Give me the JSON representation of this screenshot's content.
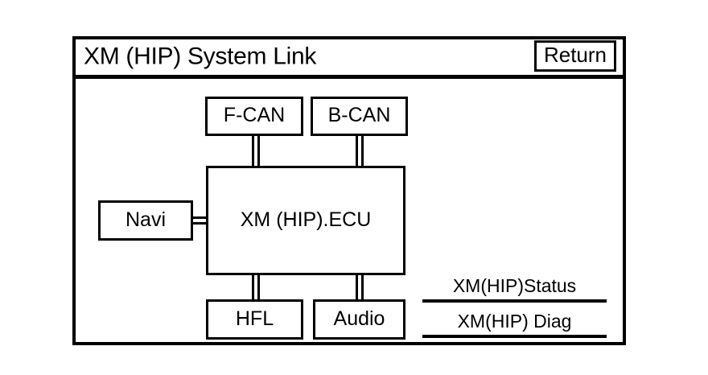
{
  "window": {
    "title": "XM (HIP) System Link",
    "return_label": "Return"
  },
  "diagram": {
    "nodes": [
      {
        "id": "f-can",
        "label": "F-CAN"
      },
      {
        "id": "b-can",
        "label": "B-CAN"
      },
      {
        "id": "ecu",
        "label": "XM (HIP).ECU"
      },
      {
        "id": "navi",
        "label": "Navi"
      },
      {
        "id": "hfl",
        "label": "HFL"
      },
      {
        "id": "audio",
        "label": "Audio"
      }
    ],
    "connections": [
      {
        "from": "f-can",
        "to": "ecu",
        "style": "double-line",
        "orientation": "vertical"
      },
      {
        "from": "b-can",
        "to": "ecu",
        "style": "double-line",
        "orientation": "vertical"
      },
      {
        "from": "ecu",
        "to": "hfl",
        "style": "double-line",
        "orientation": "vertical"
      },
      {
        "from": "ecu",
        "to": "audio",
        "style": "double-line",
        "orientation": "vertical"
      },
      {
        "from": "navi",
        "to": "ecu",
        "style": "double-line",
        "orientation": "horizontal"
      }
    ]
  },
  "status_menu": {
    "items": [
      {
        "id": "status",
        "label": "XM(HIP)Status"
      },
      {
        "id": "diag",
        "label": "XM(HIP) Diag"
      }
    ]
  },
  "colors": {
    "foreground": "#000000",
    "background": "#ffffff"
  }
}
